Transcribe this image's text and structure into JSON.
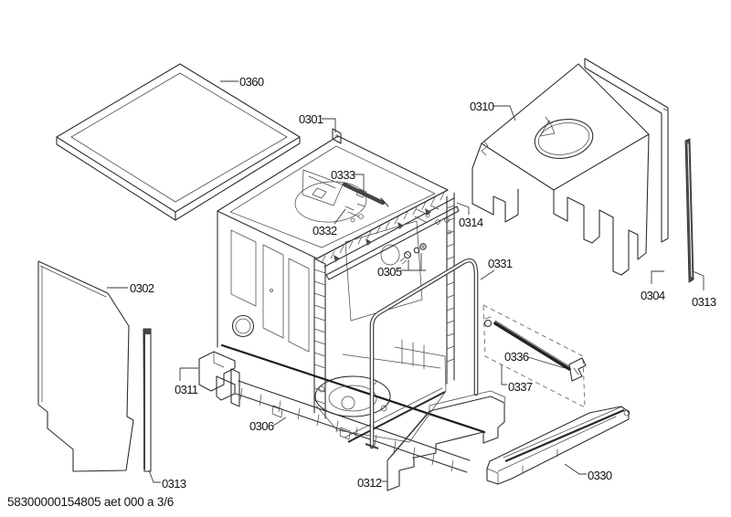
{
  "footer": {
    "code_line": "58300000154805 aet 000 a 3/6"
  },
  "labels": [
    {
      "text": "0360"
    },
    {
      "text": "0301"
    },
    {
      "text": "0333"
    },
    {
      "text": "0332"
    },
    {
      "text": "0314"
    },
    {
      "text": "0305"
    },
    {
      "text": "0331"
    },
    {
      "text": "0310"
    },
    {
      "text": "0304"
    },
    {
      "text": "0313"
    },
    {
      "text": "0302"
    },
    {
      "text": "0311"
    },
    {
      "text": "0306"
    },
    {
      "text": "0313"
    },
    {
      "text": "0336"
    },
    {
      "text": "0337"
    },
    {
      "text": "0312"
    },
    {
      "text": "0330"
    }
  ]
}
